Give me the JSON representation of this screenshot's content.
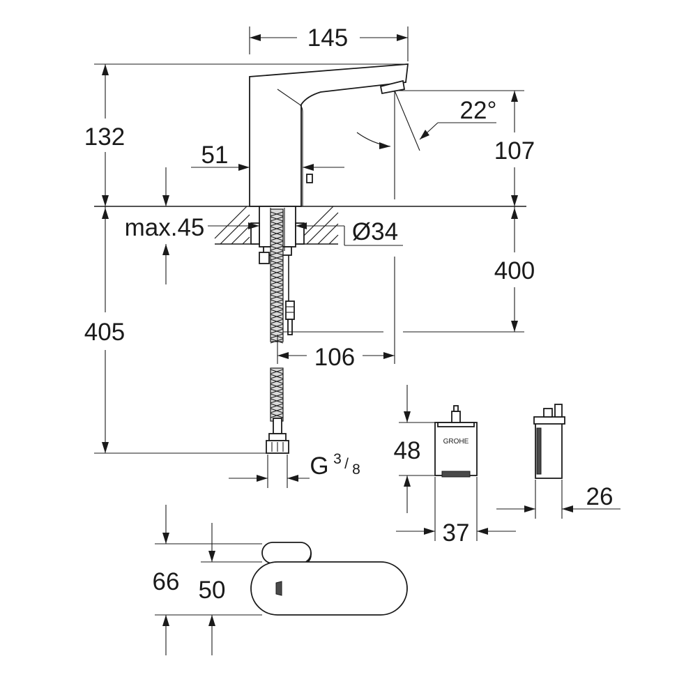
{
  "dimensions": {
    "width_total": "145",
    "height_faucet": "132",
    "spout_offset": "51",
    "spout_angle": "22°",
    "spout_height": "107",
    "max_thickness": "max.45",
    "hole_diameter": "Ø34",
    "hose_400": "400",
    "hose_405": "405",
    "offset_106": "106",
    "thread": "G",
    "thread_fraction_num": "3",
    "thread_fraction_den": "8",
    "box_height": "48",
    "box_width": "37",
    "box_depth": "26",
    "top_66": "66",
    "top_50": "50"
  },
  "colors": {
    "line": "#1a1a1a",
    "fill_grey": "#d9d9d9",
    "background": "#ffffff"
  }
}
